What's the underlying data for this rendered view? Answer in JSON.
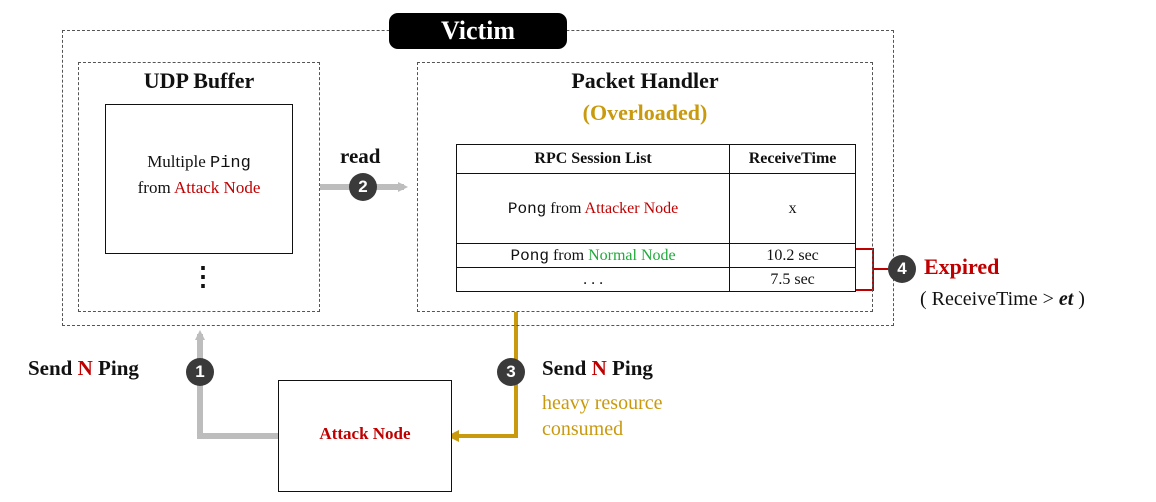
{
  "victim": {
    "label": "Victim"
  },
  "udp_buffer": {
    "title": "UDP Buffer",
    "content_line1_prefix": "Multiple",
    "content_line1_code": "Ping",
    "content_line2_prefix": "from",
    "content_line2_highlight": "Attack Node",
    "more": "⋮"
  },
  "packet_handler": {
    "title": "Packet Handler",
    "status": "(Overloaded)"
  },
  "rpc_table": {
    "headers": [
      "RPC Session List",
      "ReceiveTime"
    ],
    "rows": [
      {
        "code": "Pong",
        "from": "from",
        "source": "Attacker Node",
        "time": "x"
      },
      {
        "code": "Pong",
        "from": "from",
        "source": "Normal Node",
        "time": "10.2 sec"
      },
      {
        "code": "",
        "from": "",
        "source": ". . .",
        "time": "7.5 sec"
      }
    ]
  },
  "steps": {
    "step1": {
      "num": "1",
      "label_pre": "Send",
      "label_n": "N",
      "label_post": "Ping"
    },
    "step2": {
      "num": "2",
      "label": "read"
    },
    "step3": {
      "num": "3",
      "label_pre": "Send",
      "label_n": "N",
      "label_post": "Ping",
      "note_line1": "heavy resource",
      "note_line2": "consumed"
    },
    "step4": {
      "num": "4",
      "label": "Expired",
      "condition_pre": "( ReceiveTime >",
      "condition_var": "et",
      "condition_post": ")"
    }
  },
  "attack_node": {
    "label": "Attack Node"
  },
  "colors": {
    "attack_red": "#c00000",
    "normal_green": "#1faa3a",
    "overload_gold": "#c9990e",
    "read_arrow_gray": "#bdbdbd",
    "badge_dark": "#3a3a3a"
  }
}
